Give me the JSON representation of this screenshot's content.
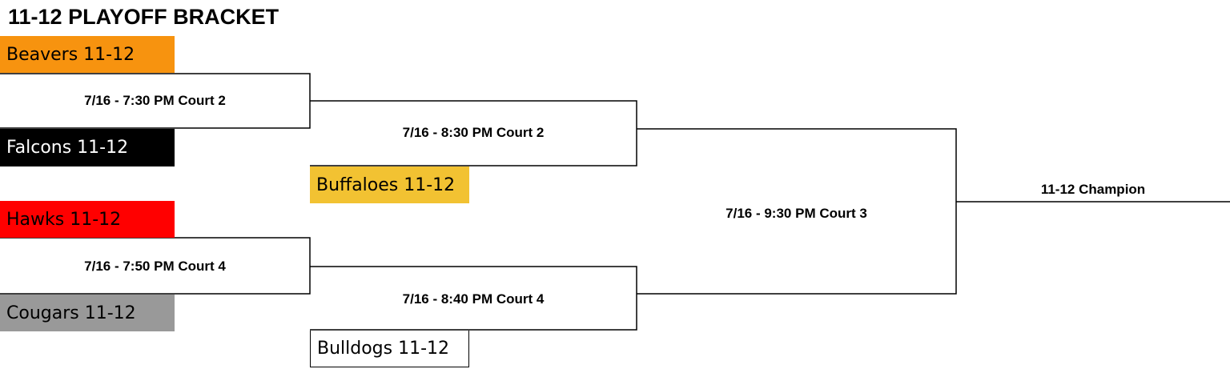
{
  "title": "11-12 PLAYOFF BRACKET",
  "teams": {
    "beavers": {
      "label": "Beavers 11-12",
      "color": "#f7930f"
    },
    "falcons": {
      "label": "Falcons 11-12",
      "color": "#000000"
    },
    "hawks": {
      "label": "Hawks 11-12",
      "color": "#ff0000"
    },
    "cougars": {
      "label": "Cougars 11-12",
      "color": "#999999"
    },
    "buffaloes": {
      "label": "Buffaloes 11-12",
      "color": "#f2c232"
    },
    "bulldogs": {
      "label": "Bulldogs 11-12",
      "color": "#ffffff"
    }
  },
  "games": {
    "g1": "7/16 - 7:30 PM Court 2",
    "g2": "7/16 - 7:50 PM Court 4",
    "g3": "7/16 - 8:30 PM Court 2",
    "g4": "7/16 - 8:40 PM Court 4",
    "g5": "7/16 - 9:30 PM Court 3"
  },
  "champion": "11-12 Champion"
}
